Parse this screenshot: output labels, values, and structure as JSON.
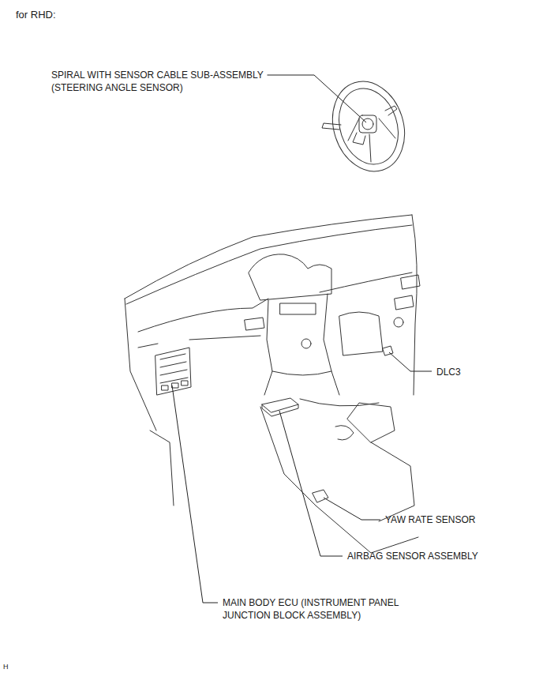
{
  "diagram": {
    "title": "for RHD:",
    "labels": [
      "SPIRAL WITH SENSOR CABLE SUB-ASSEMBLY (STEERING ANGLE SENSOR)",
      "DLC3",
      "YAW RATE SENSOR",
      "AIRBAG SENSOR ASSEMBLY",
      "MAIN BODY ECU (INSTRUMENT PANEL JUNCTION BLOCK ASSEMBLY)",
      "H"
    ]
  }
}
